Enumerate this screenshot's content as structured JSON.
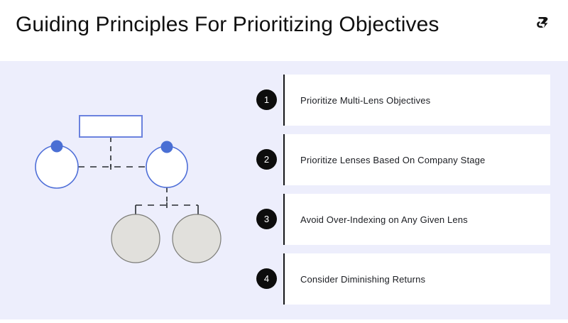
{
  "header": {
    "title": "Guiding Principles For Prioritizing Objectives",
    "logo_icon": "stylized-r-logo-icon"
  },
  "theme": {
    "page_background": "#ffffff",
    "panel_background": "#edeefc",
    "accent_blue": "#4a6fd4",
    "node_blue_border": "#4f6fd8",
    "node_gray_fill": "#e1e0dc",
    "node_gray_border": "#7d7d78",
    "badge_background": "#0d0d0d",
    "badge_text": "#ffffff",
    "card_background": "#ffffff",
    "card_bar": "#14161a",
    "text_primary": "#1b1d22",
    "connector": "#262b30"
  },
  "diagram": {
    "name": "node-hierarchy-diagram",
    "nodes": [
      {
        "id": "root-rect",
        "shape": "rectangle",
        "fill": "#ffffff",
        "stroke": "#6b82de",
        "label": ""
      },
      {
        "id": "node-left",
        "shape": "circle",
        "fill": "#ffffff",
        "stroke": "#4f6fd8",
        "handle": true,
        "label": ""
      },
      {
        "id": "node-right",
        "shape": "circle",
        "fill": "#ffffff",
        "stroke": "#4f6fd8",
        "handle": true,
        "label": ""
      },
      {
        "id": "node-child-left",
        "shape": "circle",
        "fill": "#e1e0dc",
        "stroke": "#7d7d78",
        "handle": false,
        "label": ""
      },
      {
        "id": "node-child-right",
        "shape": "circle",
        "fill": "#e1e0dc",
        "stroke": "#7d7d78",
        "handle": false,
        "label": ""
      }
    ],
    "connectors": [
      {
        "from": "root-rect",
        "to": "node-left-node-right-link",
        "style": "dashed"
      },
      {
        "from": "node-left",
        "to": "node-right",
        "style": "dashed"
      },
      {
        "from": "node-right",
        "to": "node-child-left",
        "style": "dashed"
      },
      {
        "from": "node-right",
        "to": "node-child-right",
        "style": "dashed"
      }
    ]
  },
  "principles": [
    {
      "number": "1",
      "text": "Prioritize Multi-Lens Objectives"
    },
    {
      "number": "2",
      "text": "Prioritize Lenses Based On Company Stage"
    },
    {
      "number": "3",
      "text": "Avoid Over-Indexing on Any Given Lens"
    },
    {
      "number": "4",
      "text": "Consider Diminishing Returns"
    }
  ]
}
